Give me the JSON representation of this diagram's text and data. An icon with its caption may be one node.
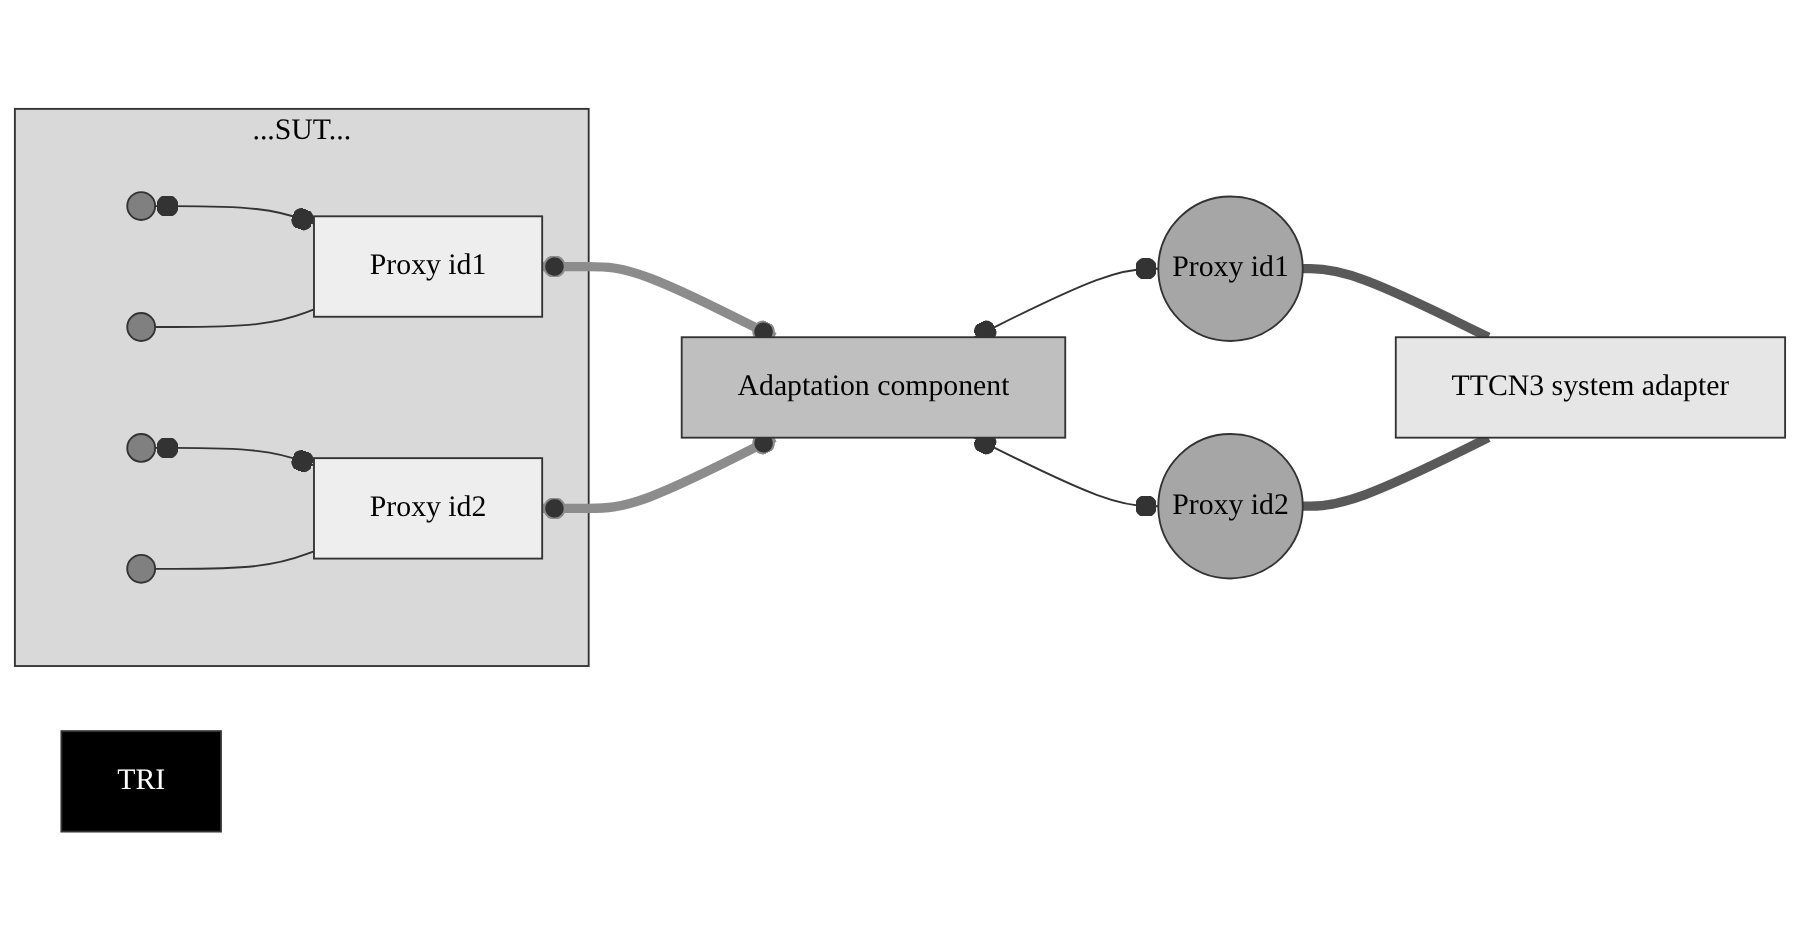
{
  "diagram": {
    "nodes": [
      {
        "text": [
          "...SUT..."
        ]
      },
      {
        "text": [],
        "shape": "circle",
        "in": 0
      },
      {
        "text": [],
        "shape": "circle",
        "in": 0
      },
      {
        "text": [
          "Proxy id1"
        ],
        "in": 0
      },
      {
        "text": [],
        "shape": "circle",
        "in": 0
      },
      {
        "text": [],
        "shape": "circle",
        "in": 0
      },
      {
        "text": [
          "Proxy id2"
        ],
        "in": 0
      },
      {
        "text": [
          "Adaptation component"
        ]
      },
      {
        "text": [
          "Proxy id1"
        ]
      },
      {
        "text": [
          "Proxy id2"
        ]
      },
      {
        "text": [
          "TTCN3 system adapter"
        ]
      },
      {
        "text": [
          "TRI"
        ]
      }
    ],
    "edges": [
      {
        "from": 1,
        "to": 3,
        "arrow": "other"
      },
      {
        "from": 2,
        "to": 3,
        "arrow": "none"
      },
      {
        "from": 4,
        "to": 6,
        "arrow": "other"
      },
      {
        "from": 5,
        "to": 6,
        "arrow": "none"
      },
      {
        "from": 3,
        "to": 7,
        "arrow": "other",
        "style": "thick",
        "color": "#8c8c8c"
      },
      {
        "from": 6,
        "to": 7,
        "arrow": "other",
        "style": "thick",
        "color": "#8c8c8c"
      },
      {
        "from": 7,
        "to": 8,
        "arrow": "other"
      },
      {
        "from": 7,
        "to": 9,
        "arrow": "other"
      },
      {
        "from": 8,
        "to": 10,
        "arrow": "none",
        "style": "thick",
        "color": "#595959"
      },
      {
        "from": 9,
        "to": 10,
        "arrow": "none",
        "style": "thick",
        "color": "#595959"
      }
    ]
  }
}
